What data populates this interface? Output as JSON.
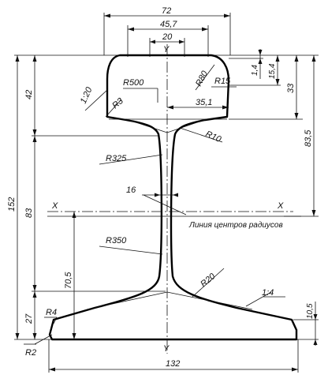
{
  "drawing": {
    "top_dims": {
      "overall_width": "72",
      "upper_width": "45,7",
      "inner_width": "20"
    },
    "axis_labels": {
      "y_top": "Y",
      "y_bottom": "Y",
      "x_left": "X",
      "x_right": "X"
    },
    "centers_line_label": "Линия центров радиусов",
    "radii": {
      "head_crown": "R500",
      "head_side": "R80",
      "head_corner": "R15",
      "head_lower": "R3",
      "web_head": "R10",
      "web_upper": "R325",
      "web_lower": "R350",
      "web_foot": "R20",
      "foot_top": "R4",
      "foot_bottom": "R2"
    },
    "slopes": {
      "head_slope": "1:20",
      "foot_slope": "1:4"
    },
    "right_dims": {
      "small_top": "1,4",
      "top_15": "15,4",
      "head_height": "33",
      "to_axis": "83,5",
      "foot_edge": "10,5"
    },
    "left_dims": {
      "total_height": "152",
      "head": "42",
      "web": "83",
      "foot": "27",
      "axis_height": "70,5"
    },
    "inner_dims": {
      "head_half": "35,1",
      "web_thickness": "16"
    },
    "bottom_dims": {
      "base_width": "132"
    }
  }
}
